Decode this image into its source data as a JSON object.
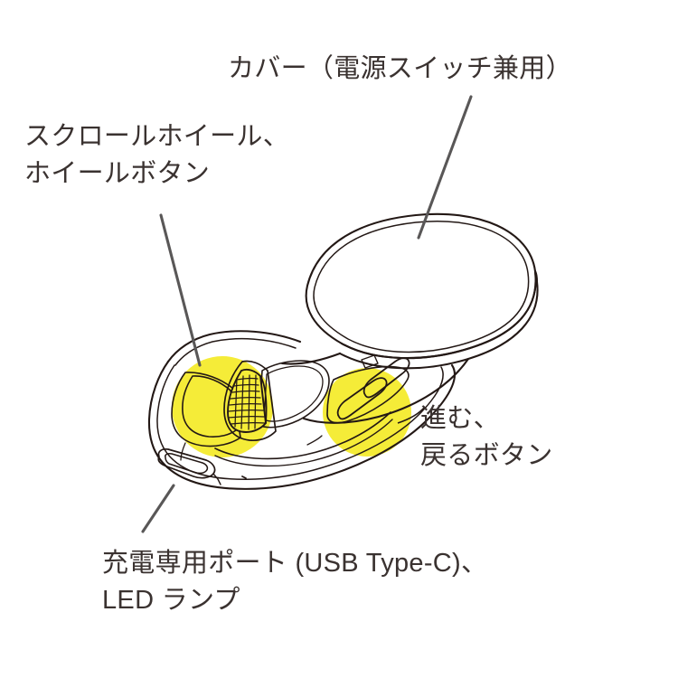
{
  "figure": {
    "kind": "product-line-drawing",
    "subject": "wireless-mouse",
    "background_color": "#ffffff",
    "line_color": "#231815",
    "leader_line_color": "#595757",
    "highlight_color": "#F5EC38",
    "text_color": "#3a3230"
  },
  "labels": {
    "cover": {
      "line1": "カバー（電源スイッチ兼用）"
    },
    "scroll_wheel": {
      "line1": "スクロールホイール、",
      "line2": "ホイールボタン"
    },
    "side_buttons": {
      "line1": "進む、",
      "line2": "戻るボタン"
    },
    "charging_port": {
      "line1": "充電専用ポート (USB Type-C)、",
      "line2": "LED ランプ"
    }
  },
  "parts": [
    {
      "id": "cover",
      "name": "カバー（電源スイッチ兼用）",
      "highlighted": false
    },
    {
      "id": "scroll-wheel",
      "name": "スクロールホイール、ホイールボタン",
      "highlighted": true
    },
    {
      "id": "side-buttons",
      "name": "進む、戻るボタン",
      "highlighted": true
    },
    {
      "id": "charging-port",
      "name": "充電専用ポート (USB Type-C)、LEDランプ",
      "highlighted": false
    }
  ]
}
